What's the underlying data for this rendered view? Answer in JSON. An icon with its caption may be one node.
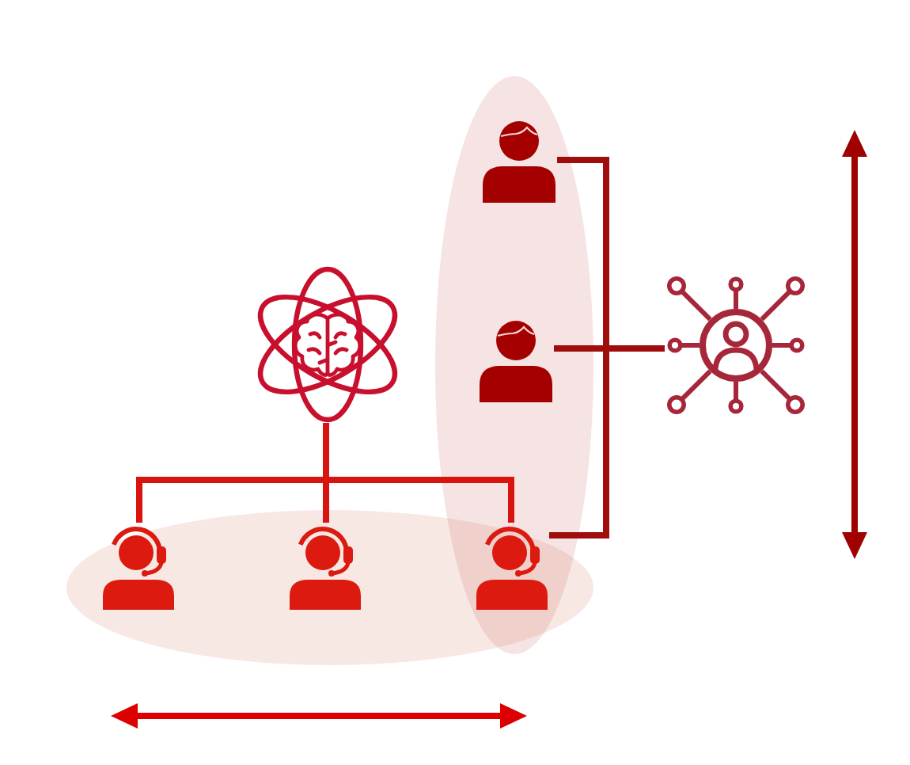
{
  "diagram": {
    "nodes": [
      {
        "text": [],
        "shape": "ellipse"
      },
      {
        "text": [],
        "shape": "person",
        "in": 0
      },
      {
        "text": [],
        "shape": "person",
        "in": 0
      },
      {
        "text": [],
        "shape": "picture"
      },
      {
        "text": [],
        "shape": "picture"
      },
      {
        "text": [],
        "shape": "ellipse"
      },
      {
        "text": [],
        "shape": "person",
        "in": 5
      },
      {
        "text": [],
        "shape": "person",
        "in": 5
      },
      {
        "text": [],
        "shape": "person"
      }
    ],
    "edges": [
      {
        "from": 3,
        "to": 6,
        "arrow": "none"
      },
      {
        "from": 3,
        "to": 7,
        "arrow": "none"
      },
      {
        "from": 3,
        "to": 8,
        "arrow": "none"
      },
      {
        "from": 1,
        "to": 4,
        "arrow": "none",
        "color": "#a00d0d"
      },
      {
        "from": 2,
        "to": 4,
        "arrow": "none",
        "color": "#a00d0d"
      },
      {
        "from": 8,
        "to": 4,
        "arrow": "none",
        "color": "#a00d0d"
      }
    ]
  }
}
